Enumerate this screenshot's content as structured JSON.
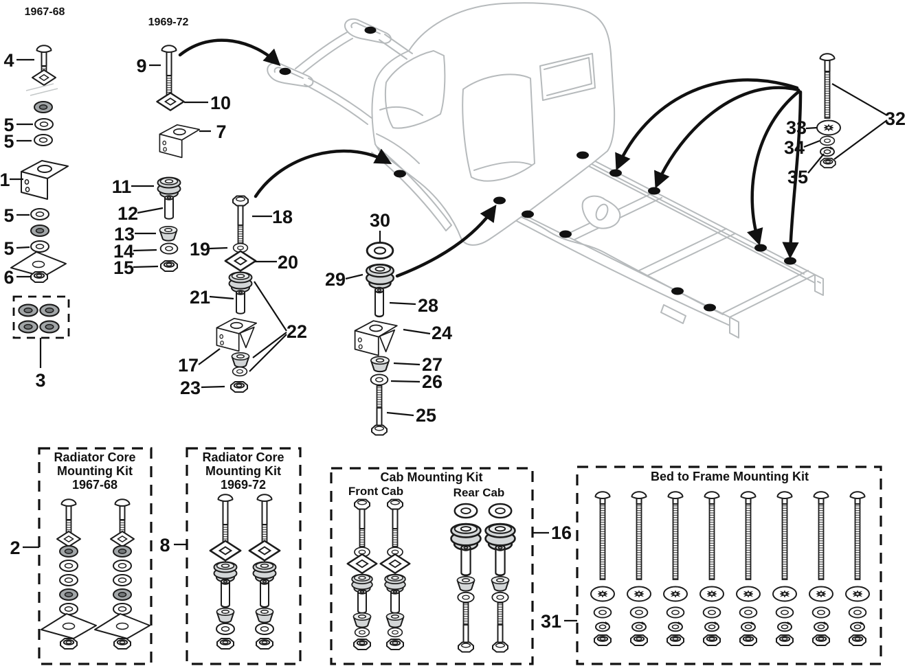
{
  "parts": {
    "1": "1",
    "2": "2",
    "3": "3",
    "4": "4",
    "5": "5",
    "6": "6",
    "7": "7",
    "8": "8",
    "9": "9",
    "10": "10",
    "11": "11",
    "12": "12",
    "13": "13",
    "14": "14",
    "15": "15",
    "16": "16",
    "17": "17",
    "18": "18",
    "19": "19",
    "20": "20",
    "21": "21",
    "22": "22",
    "23": "23",
    "24": "24",
    "25": "25",
    "26": "26",
    "27": "27",
    "28": "28",
    "29": "29",
    "30": "30",
    "31": "31",
    "32": "32",
    "33": "33",
    "34": "34",
    "35": "35"
  },
  "year_labels": {
    "left": "1967-68",
    "right": "1969-72"
  },
  "kits": {
    "radiator_6768": {
      "line1": "Radiator Core",
      "line2": "Mounting Kit",
      "line3": "1967-68"
    },
    "radiator_6972": {
      "line1": "Radiator Core",
      "line2": "Mounting Kit",
      "line3": "1969-72"
    },
    "cab": {
      "title": "Cab Mounting Kit",
      "front": "Front Cab",
      "rear": "Rear Cab"
    },
    "bed": {
      "title": "Bed to Frame Mounting Kit"
    }
  },
  "colors": {
    "line": "#1c1c1c",
    "ghost_art": "#b6babc",
    "washer_shade": "#a2a6a8",
    "bushing_shade": "#d3d6d7",
    "background": "#ffffff",
    "accent": "#111111"
  }
}
